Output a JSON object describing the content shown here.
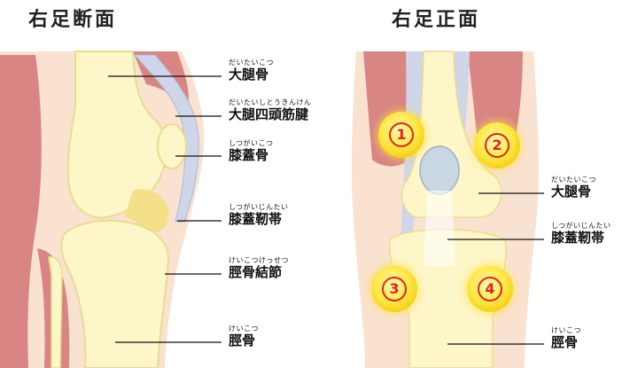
{
  "titles": {
    "left": "右足断面",
    "right": "右足正面"
  },
  "left_labels": [
    {
      "ruby": "だいたいこつ",
      "term": "大腿骨"
    },
    {
      "ruby": "だいたいしとうきんけん",
      "term": "大腿四頭筋腱"
    },
    {
      "ruby": "しつがいこつ",
      "term": "膝蓋骨"
    },
    {
      "ruby": "しつがいじんたい",
      "term": "膝蓋靭帯"
    },
    {
      "ruby": "けいこつけっせつ",
      "term": "脛骨結節"
    },
    {
      "ruby": "けいこつ",
      "term": "脛骨"
    }
  ],
  "right_labels": [
    {
      "ruby": "だいたいこつ",
      "term": "大腿骨"
    },
    {
      "ruby": "しつがいじんたい",
      "term": "膝蓋靭帯"
    },
    {
      "ruby": "けいこつ",
      "term": "脛骨"
    }
  ],
  "badges": [
    "1",
    "2",
    "3",
    "4"
  ],
  "colors": {
    "skin": "#f9e2d0",
    "muscle": "#d98584",
    "bone": "#fdf6c8",
    "bone_edge": "#e9dc8e",
    "tendon": "#cfd6ea",
    "badge": "#ffe94a",
    "badge_number": "#e0241b"
  }
}
